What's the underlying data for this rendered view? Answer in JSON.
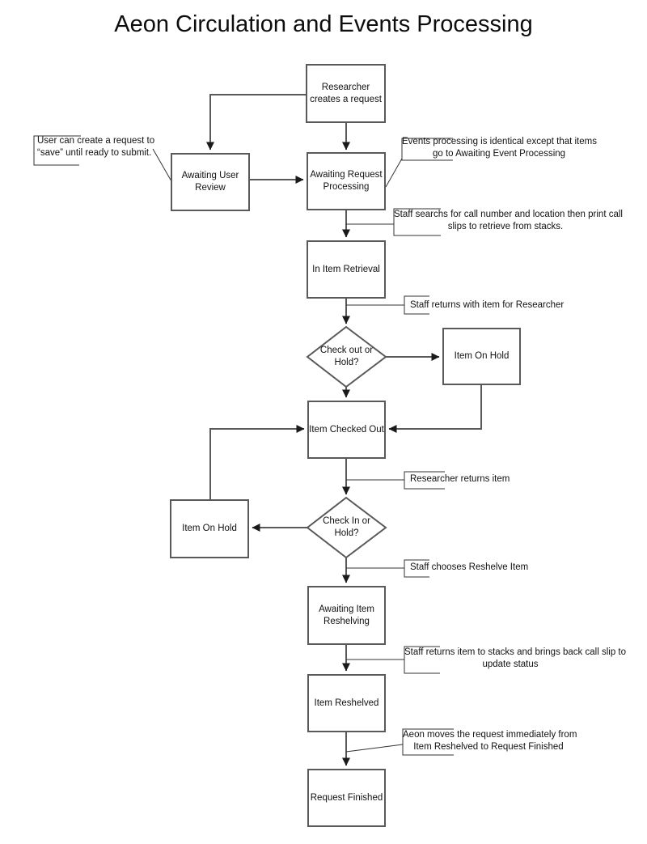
{
  "title": "Aeon Circulation and Events Processing",
  "nodes": {
    "researcher_creates": {
      "label": "Researcher\ncreates a request"
    },
    "awaiting_user_review": {
      "label": "Awaiting User\nReview"
    },
    "awaiting_request_processing": {
      "label": "Awaiting Request\nProcessing"
    },
    "in_item_retrieval": {
      "label": "In Item Retrieval"
    },
    "item_on_hold_right": {
      "label": "Item On Hold"
    },
    "item_checked_out": {
      "label": "Item Checked Out"
    },
    "item_on_hold_left": {
      "label": "Item On Hold"
    },
    "awaiting_item_reshelving": {
      "label": "Awaiting Item\nReshelving"
    },
    "item_reshelved": {
      "label": "Item Reshelved"
    },
    "request_finished": {
      "label": "Request Finished"
    },
    "check_out_or_hold": {
      "label": "Check out or\nHold?"
    },
    "check_in_or_hold": {
      "label": "Check In or\nHold?"
    }
  },
  "annotations": {
    "user_save": {
      "text": "User can create a request to\n“save” until ready to submit."
    },
    "events_processing": {
      "text": "Events processing is identical except that items\ngo to Awaiting Event Processing"
    },
    "staff_searchs": {
      "text": "Staff searchs for call number and location then print call\nslips to retrieve from stacks."
    },
    "staff_returns_with_item": {
      "text": "Staff returns with item for Researcher"
    },
    "researcher_returns_item": {
      "text": "Researcher returns item"
    },
    "staff_chooses_reshelve": {
      "text": "Staff chooses Reshelve Item"
    },
    "staff_returns_to_stacks": {
      "text": "Staff returns item to stacks and brings back call slip to\nupdate status"
    },
    "aeon_moves_request": {
      "text": "Aeon moves the request immediately from\nItem Reshelved to Request Finished"
    }
  },
  "colors": {
    "line": "#595959",
    "callout": "#333333",
    "arrowhead": "#1a1a1a",
    "text": "#111111",
    "background": "#ffffff"
  }
}
